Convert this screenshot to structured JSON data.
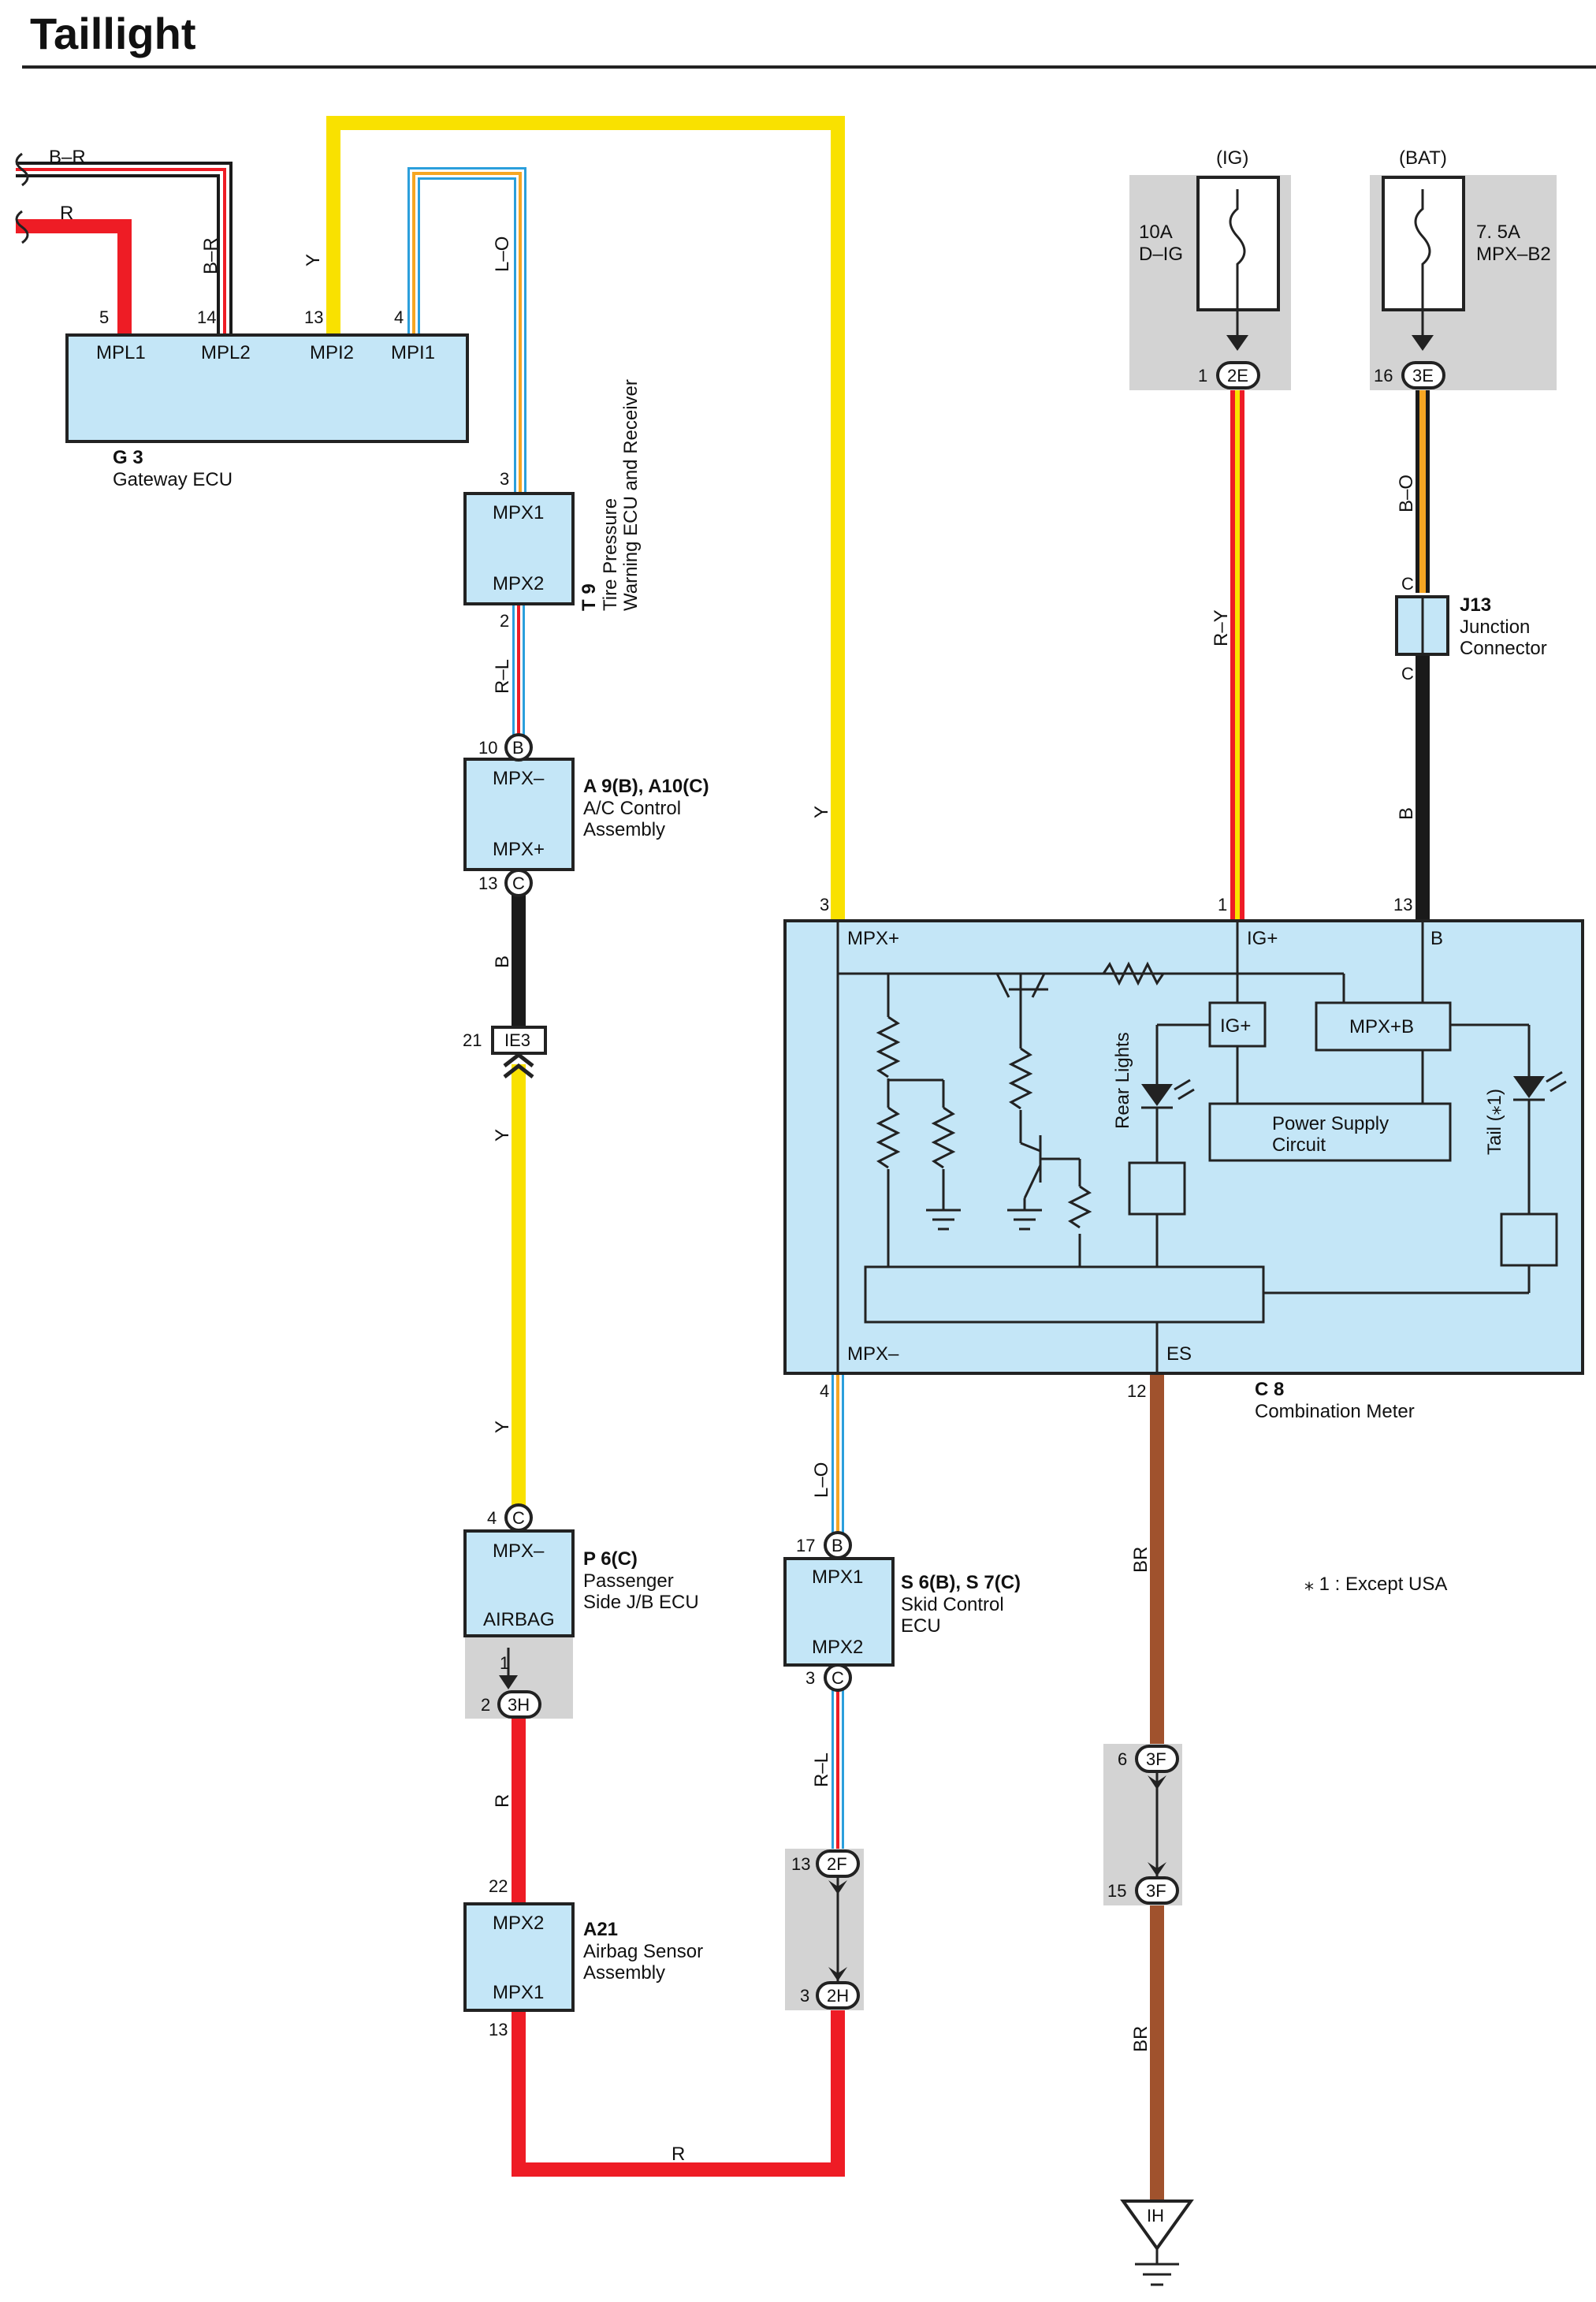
{
  "title": "Taillight",
  "components": {
    "g3": {
      "ref": "G 3",
      "name": "Gateway ECU",
      "pins": [
        "MPL1",
        "MPL2",
        "MPI2",
        "MPI1"
      ]
    },
    "t9": {
      "ref": "T 9",
      "name_line1": "Tire Pressure",
      "name_line2": "Warning ECU and Receiver",
      "pin_top": "MPX1",
      "pin_bottom": "MPX2"
    },
    "a9": {
      "ref": "A 9(B), A10(C)",
      "name_line1": "A/C Control",
      "name_line2": "Assembly",
      "pin_top": "MPX–",
      "pin_bottom": "MPX+"
    },
    "p6": {
      "ref": "P 6(C)",
      "name_line1": "Passenger",
      "name_line2": "Side J/B ECU",
      "pin_top": "MPX–",
      "pin_bottom": "AIRBAG"
    },
    "a21": {
      "ref": "A21",
      "name_line1": "Airbag Sensor",
      "name_line2": "Assembly",
      "pin_top": "MPX2",
      "pin_bottom": "MPX1"
    },
    "s6": {
      "ref": "S 6(B), S 7(C)",
      "name_line1": "Skid Control",
      "name_line2": "ECU",
      "pin_top": "MPX1",
      "pin_bottom": "MPX2"
    },
    "c8": {
      "ref": "C 8",
      "name": "Combination Meter",
      "pin_mpxp": "MPX+",
      "pin_igp": "IG+",
      "pin_b": "B",
      "pin_mpxm": "MPX–",
      "pin_es": "ES",
      "block_ig": "IG+",
      "block_mpxb": "MPX+B",
      "psc_line1": "Power Supply",
      "psc_line2": "Circuit",
      "rear_lights": "Rear Lights",
      "tail": "Tail (⁎1)"
    },
    "j13": {
      "ref": "J13",
      "name_line1": "Junction",
      "name_line2": "Connector",
      "pin": "C"
    }
  },
  "fuses": {
    "ig": {
      "source": "(IG)",
      "rating": "10A",
      "name": "D–IG"
    },
    "bat": {
      "source": "(BAT)",
      "rating": "7. 5A",
      "name": "MPX–B2"
    }
  },
  "wires": {
    "b_r": "B–R",
    "r": "R",
    "y": "Y",
    "l_o": "L–O",
    "r_l": "R–L",
    "b": "B",
    "r_y": "R–Y",
    "b_o": "B–O",
    "br": "BR"
  },
  "connectors": {
    "ie3": "IE3",
    "c2e": "2E",
    "c3e": "3E",
    "c3h": "3H",
    "c2f": "2F",
    "c2h": "2H",
    "c3f": "3F",
    "ground": "IH",
    "b": "B",
    "c": "C"
  },
  "pins": {
    "p5": "5",
    "p14": "14",
    "p13": "13",
    "p4": "4",
    "p3": "3",
    "p2": "2",
    "p10": "10",
    "p21": "21",
    "p1": "1",
    "p22": "22",
    "p17": "17",
    "p12": "12",
    "p16": "16",
    "p6": "6",
    "p15": "15"
  },
  "note": "⁎ 1 : Except USA",
  "colors": {
    "yellow": "#f9e100",
    "red": "#ee1c25",
    "blue": "#2b9fdc",
    "orange": "#f6a623",
    "black": "#1a1a1a",
    "brown": "#a0522d",
    "box_fill": "#c4e6f7",
    "gray": "#d3d3d3"
  }
}
